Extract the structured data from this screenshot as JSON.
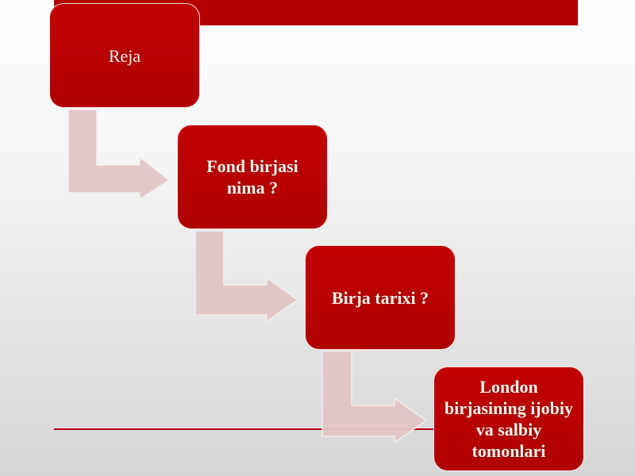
{
  "diagram": {
    "type": "step-down-process",
    "colors": {
      "box_fill": "#b80000",
      "box_border": "#fbe3e3",
      "box_text": "#fdf6ec",
      "arrow_fill": "#e2c6c6",
      "top_bar": "#b30000",
      "bottom_line": "#b3001b"
    },
    "steps": [
      {
        "label": "Reja"
      },
      {
        "label": "Fond birjasi nima ?"
      },
      {
        "label": "Birja tarixi ?"
      },
      {
        "label": "London birjasining ijobiy va salbiy tomonlari"
      }
    ],
    "connectors": [
      {
        "from": 0,
        "to": 1,
        "shape": "bent-arrow-down-right"
      },
      {
        "from": 1,
        "to": 2,
        "shape": "bent-arrow-down-right"
      },
      {
        "from": 2,
        "to": 3,
        "shape": "bent-arrow-down-right"
      }
    ]
  }
}
